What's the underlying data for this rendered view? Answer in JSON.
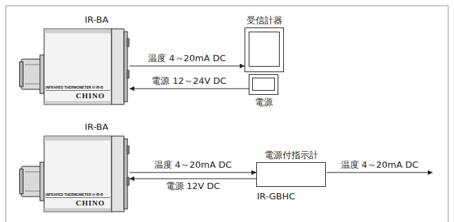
{
  "diagram": {
    "nodes": [
      {
        "text": [
          "IR-BA",
          "INFRARED THERMOMETER /// IR-B",
          "CHINO"
        ]
      },
      {
        "text": [
          "受信計器"
        ]
      },
      {
        "text": [
          "電源"
        ]
      },
      {
        "text": [
          "IR-BA",
          "INFRARED THERMOMETER /// IR-B",
          "CHINO"
        ]
      },
      {
        "text": [
          "電源付指示計",
          "IR-GBHC"
        ]
      }
    ],
    "edges": [
      {
        "from": 0,
        "to": 1,
        "arrow": "to",
        "label": "温度 4～20mA DC"
      },
      {
        "from": 2,
        "to": 0,
        "arrow": "to",
        "label": "電源 12～24V DC"
      },
      {
        "from": 3,
        "to": 4,
        "arrow": "to",
        "label": "温度 4～20mA DC"
      },
      {
        "from": 4,
        "to": 3,
        "arrow": "to",
        "label": "電源 12V DC"
      }
    ],
    "labels": [
      "温度 4～20mA DC"
    ]
  }
}
